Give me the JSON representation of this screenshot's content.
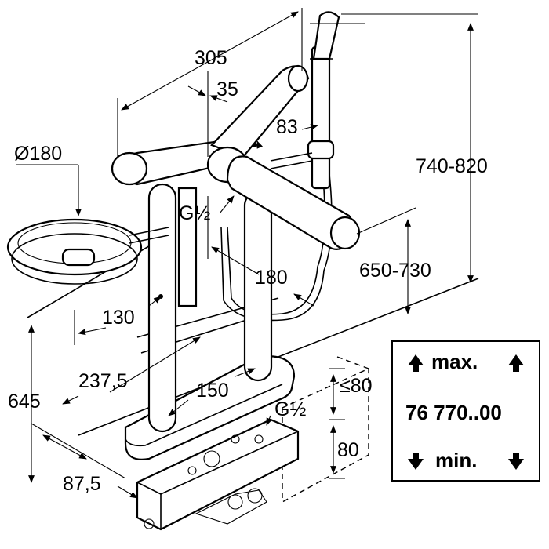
{
  "dimensions": {
    "d305": "305",
    "d35": "35",
    "d83": "83",
    "dia180": "Ø180",
    "g12_top": "G½",
    "d740_820": "740-820",
    "d180": "180",
    "d650_730": "650-730",
    "d130": "130",
    "d237_5": "237,5",
    "d150": "150",
    "d645": "645",
    "d87_5": "87,5",
    "le80": "≤80",
    "g12_bottom": "G½",
    "d80": "80"
  },
  "info_box": {
    "max_label": "max.",
    "article_number": "76 770..00",
    "min_label": "min."
  }
}
